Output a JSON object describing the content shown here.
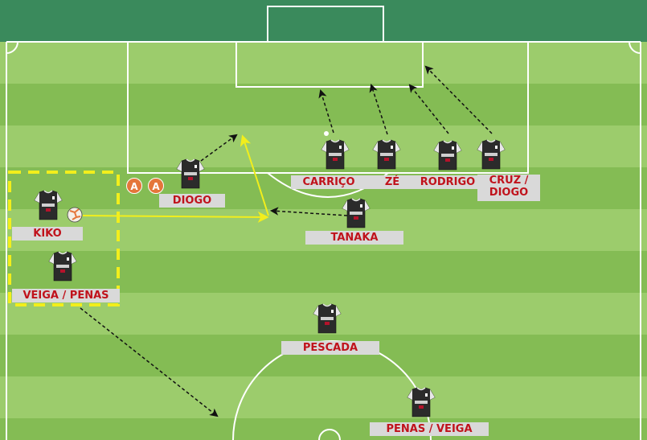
{
  "players": [
    {
      "id": "kiko",
      "label": "KIKO"
    },
    {
      "id": "veiga_penas",
      "label": "VEIGA / PENAS"
    },
    {
      "id": "diogo",
      "label": "DIOGO"
    },
    {
      "id": "carrico",
      "label": "CARRIÇO"
    },
    {
      "id": "ze",
      "label": "ZÉ"
    },
    {
      "id": "rodrigo",
      "label": "RODRIGO"
    },
    {
      "id": "cruz_diogo_line1",
      "label": "CRUZ /"
    },
    {
      "id": "cruz_diogo_line2",
      "label": "DIOGO"
    },
    {
      "id": "tanaka",
      "label": "TANAKA"
    },
    {
      "id": "pescada",
      "label": "PESCADA"
    },
    {
      "id": "penas_veiga",
      "label": "PENAS / VEIGA"
    }
  ],
  "markers": [
    {
      "label": "A"
    },
    {
      "label": "A"
    }
  ],
  "colors": {
    "pitch_light": "#9ccc6c",
    "pitch_dark": "#84bc54",
    "goal_area": "#3a8a5c",
    "lines": "#ffffff",
    "label_bg": "#d9d9d9",
    "label_text": "#c0121b",
    "run_arrow": "#111111",
    "pass_arrow": "#f2ee1c",
    "zone_box": "#f2ee1c",
    "marker": "#e5763a",
    "shirt": "#2b2b2b"
  }
}
